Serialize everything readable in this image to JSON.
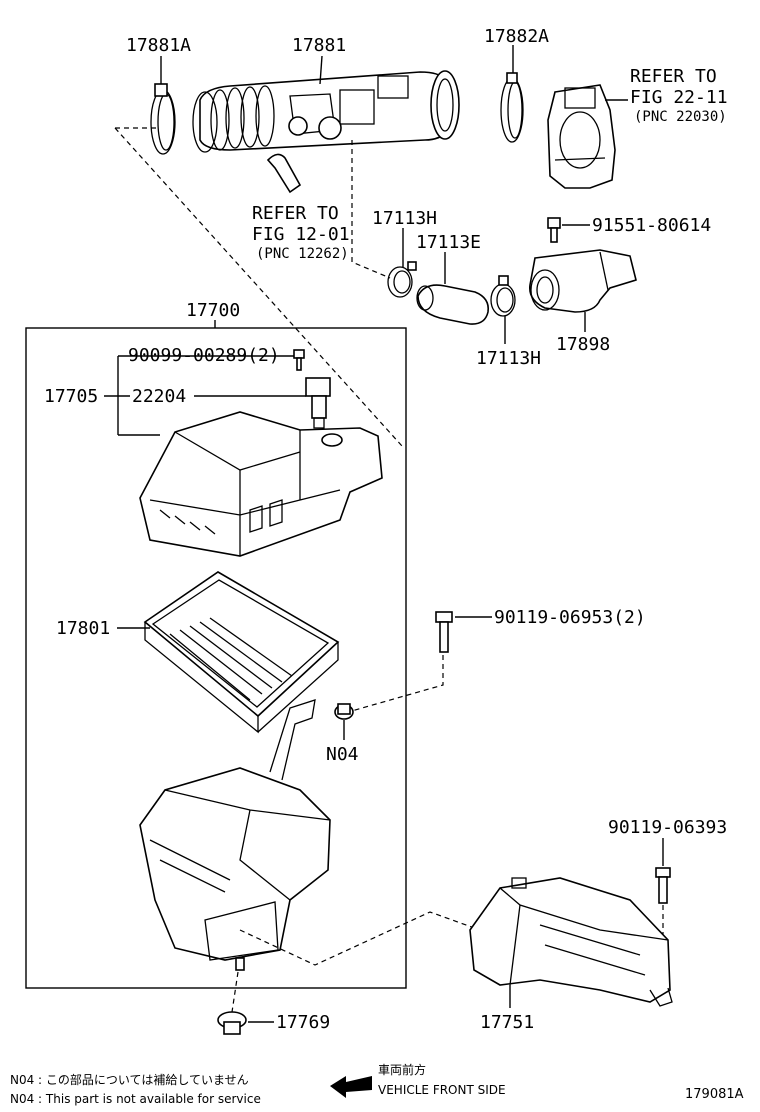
{
  "labels": {
    "p17881A": "17881A",
    "p17881": "17881",
    "p17882A": "17882A",
    "refer_fig22_line1": "REFER TO",
    "refer_fig22_line2": "FIG 22-11",
    "refer_fig22_line3": "(PNC 22030)",
    "refer_fig12_line1": "REFER TO",
    "refer_fig12_line2": "FIG 12-01",
    "refer_fig12_line3": "(PNC 12262)",
    "p17113H_top": "17113H",
    "p17113E": "17113E",
    "p91551": "91551-80614",
    "p17113H_bottom": "17113H",
    "p17898": "17898",
    "p17700": "17700",
    "p90099": "90099-00289(2)",
    "p17705": "17705",
    "p22204": "22204",
    "p17801": "17801",
    "p90119_06953": "90119-06953(2)",
    "pN04": "N04",
    "p90119_06393": "90119-06393",
    "p17769": "17769",
    "p17751": "17751"
  },
  "footer": {
    "note_jp": "N04 : この部品については補給していません",
    "note_en": "N04 : This part is not available for service",
    "direction_jp": "車両前方",
    "direction_en": "VEHICLE FRONT SIDE",
    "figure_id": "179081A"
  },
  "icons": {
    "front_arrow": "arrow-left-icon"
  }
}
